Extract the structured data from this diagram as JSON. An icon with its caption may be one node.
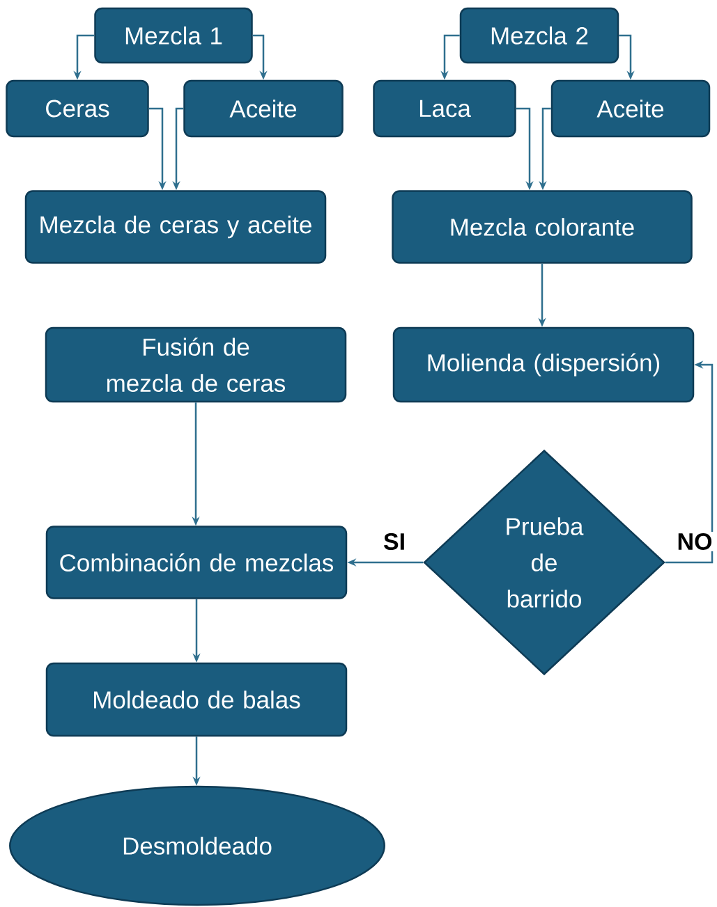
{
  "diagram": {
    "nodes": [
      {
        "text": [
          "Mezcla 1"
        ]
      },
      {
        "text": [
          "Ceras"
        ]
      },
      {
        "text": [
          "Aceite"
        ]
      },
      {
        "text": [
          "Mezcla de ceras y aceite"
        ]
      },
      {
        "text": [
          "Mezcla 2"
        ]
      },
      {
        "text": [
          "Laca"
        ]
      },
      {
        "text": [
          "Aceite"
        ]
      },
      {
        "text": [
          "Mezcla colorante"
        ]
      },
      {
        "text": [
          "Fusión de mezcla de ceras"
        ]
      },
      {
        "text": [
          "Molienda (dispersión)"
        ]
      },
      {
        "text": [
          "Prueba de barrido"
        ]
      },
      {
        "text": [
          "Combinación de mezclas"
        ]
      },
      {
        "text": [
          "Moldeado de balas"
        ]
      },
      {
        "text": [
          "Desmoldeado"
        ]
      }
    ],
    "edges": [
      {
        "from": 0,
        "to": 1,
        "arrow": "to"
      },
      {
        "from": 0,
        "to": 2,
        "arrow": "to"
      },
      {
        "from": 1,
        "to": 3,
        "arrow": "to"
      },
      {
        "from": 2,
        "to": 3,
        "arrow": "to"
      },
      {
        "from": 4,
        "to": 5,
        "arrow": "to"
      },
      {
        "from": 4,
        "to": 6,
        "arrow": "to"
      },
      {
        "from": 5,
        "to": 7,
        "arrow": "to"
      },
      {
        "from": 6,
        "to": 7,
        "arrow": "to"
      },
      {
        "from": 7,
        "to": 9,
        "arrow": "to"
      },
      {
        "from": 8,
        "to": 11,
        "arrow": "to"
      },
      {
        "from": 10,
        "to": 11,
        "arrow": "to",
        "label": "SI"
      },
      {
        "from": 10,
        "to": 9,
        "arrow": "to",
        "label": "NO"
      },
      {
        "from": 11,
        "to": 12,
        "arrow": "to"
      },
      {
        "from": 12,
        "to": 13,
        "arrow": "to"
      }
    ]
  }
}
